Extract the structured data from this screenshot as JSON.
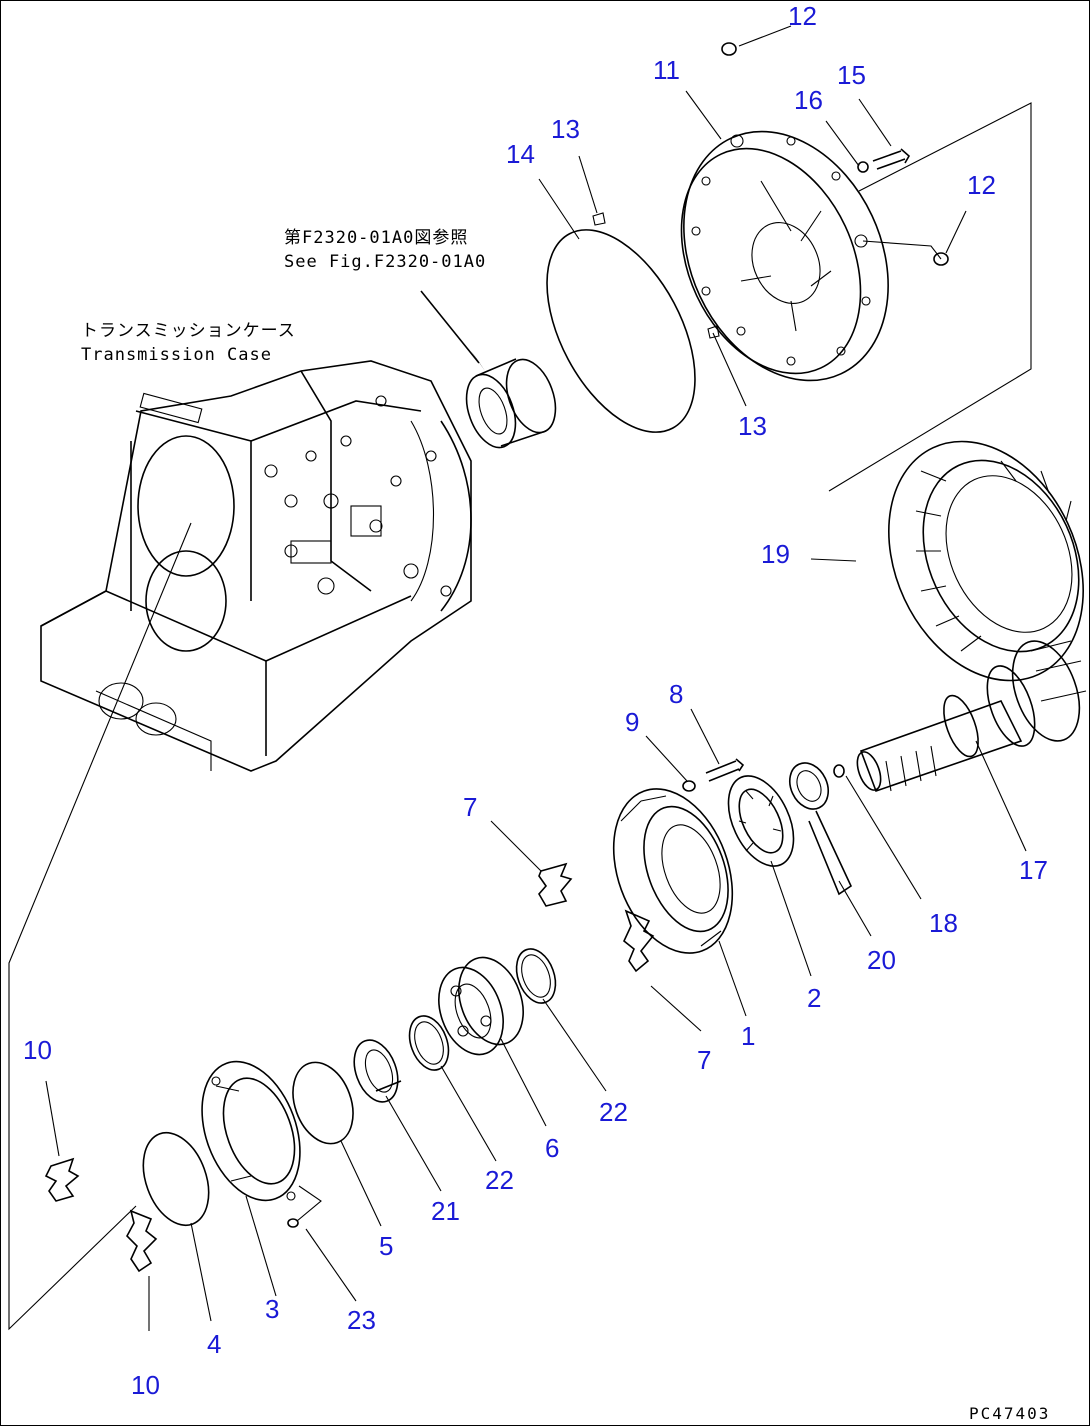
{
  "diagram": {
    "annotations": {
      "transmission_case_jp": "トランスミッションケース",
      "transmission_case_en": "Transmission Case",
      "see_fig_jp": "第F2320-01A0図参照",
      "see_fig_en": "See Fig.F2320-01A0"
    },
    "drawing_code": "PC47403",
    "callouts": [
      "12",
      "11",
      "15",
      "16",
      "12",
      "13",
      "14",
      "13",
      "19",
      "8",
      "9",
      "17",
      "18",
      "20",
      "7",
      "2",
      "1",
      "7",
      "22",
      "6",
      "22",
      "21",
      "5",
      "10",
      "10",
      "4",
      "3",
      "23"
    ]
  },
  "colors": {
    "callout": "#1a1ad6",
    "line": "#000000"
  }
}
